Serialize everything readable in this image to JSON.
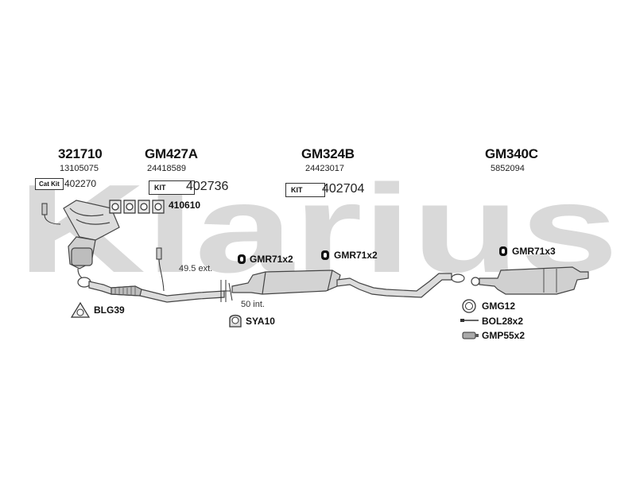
{
  "watermark": "Klarius",
  "colors": {
    "watermark": "#d9d9d9",
    "line": "#555555",
    "part_fill": "#d6d6d6",
    "dark": "#111111"
  },
  "groups": [
    {
      "part": "321710",
      "oe": "13105075"
    },
    {
      "part": "GM427A",
      "oe": "24418589"
    },
    {
      "part": "GM324B",
      "oe": "24423017"
    },
    {
      "part": "GM340C",
      "oe": "5852094"
    }
  ],
  "kits": [
    {
      "tag": "Cat Kit",
      "number": "402270"
    },
    {
      "tag": "KIT",
      "number": "402736"
    },
    {
      "tag": "KIT",
      "number": "402704"
    }
  ],
  "gasket_kit": "410610",
  "hangers": [
    {
      "icon": "rubber-hanger-icon",
      "label": "GMR71x2"
    },
    {
      "icon": "rubber-hanger-icon",
      "label": "GMR71x2"
    },
    {
      "icon": "rubber-hanger-icon",
      "label": "GMR71x3"
    }
  ],
  "notes": {
    "ext": "49.5 ext.",
    "int": "50 int."
  },
  "accessories": [
    {
      "icon": "flange-gasket-icon",
      "label": "BLG39"
    },
    {
      "icon": "clamp-icon",
      "label": "SYA10"
    },
    {
      "icon": "gasket-ring-icon",
      "label": "GMG12"
    },
    {
      "icon": "bolt-icon",
      "label": "BOL28x2"
    },
    {
      "icon": "exhaust-paste-icon",
      "label": "GMP55x2"
    }
  ]
}
